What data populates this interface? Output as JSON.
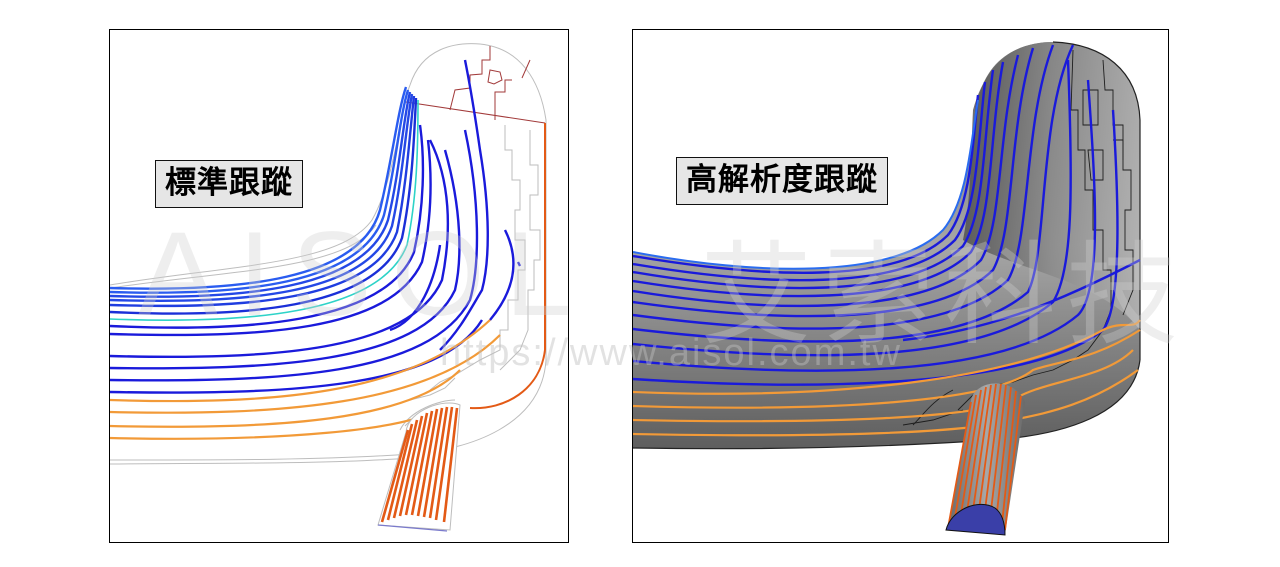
{
  "figure": {
    "panels": [
      {
        "id": "standard",
        "label": "標準跟蹤",
        "render_style": "wireframe",
        "background": "#ffffff"
      },
      {
        "id": "high_resolution",
        "label": "高解析度跟蹤",
        "render_style": "shaded",
        "background": "#ffffff",
        "surface_color": "#8c8c8c",
        "inlet_cap_color": "#3a3fa8"
      }
    ],
    "colors": {
      "streamline_blue": "#1a1adb",
      "streamline_light_blue": "#2a5cf0",
      "streamline_cyan": "#2ed3c8",
      "streamline_orange": "#f29a38",
      "inlet_orange": "#e35a16",
      "mesh_line_gray": "#b5b5b5",
      "mesh_line_red": "#a23a3a",
      "mesh_line_black": "#222222",
      "label_bg": "#e6e6e6",
      "border": "#000000"
    }
  },
  "watermark": {
    "logo": "AISOL",
    "chinese": "艾索科技",
    "url": "https://www.aisol.com.tw"
  }
}
